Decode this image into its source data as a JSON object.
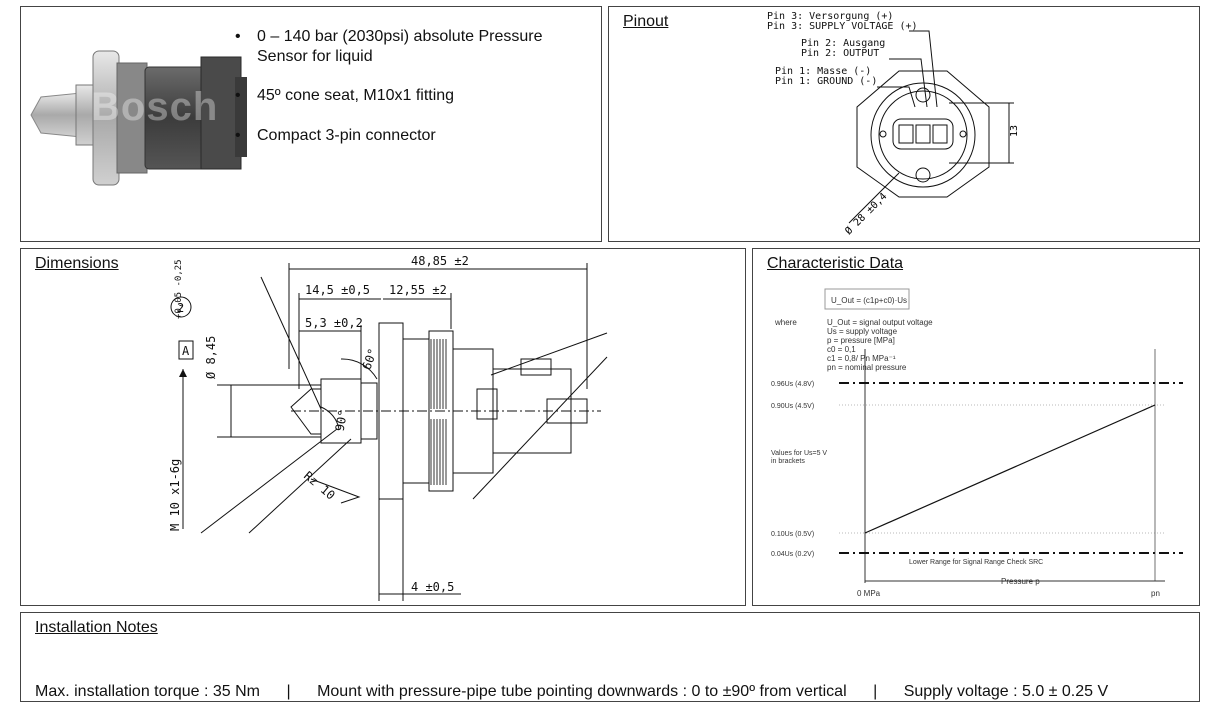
{
  "product": {
    "bullets": [
      "0 – 140 bar (2030psi) absolute Pressure Sensor for liquid",
      "45º cone seat, M10x1 fitting",
      "Compact 3-pin connector"
    ],
    "watermark": "Bosch"
  },
  "pinout": {
    "title": "Pinout",
    "labels": [
      "Pin 3: Versorgung (+)",
      "Pin 3: SUPPLY VOLTAGE (+)",
      "Pin 2: Ausgang",
      "Pin 2: OUTPUT",
      "Pin 1: Masse (-)",
      "Pin 1: GROUND (-)"
    ],
    "dim_height": "13",
    "dim_diameter": "Ø 28 ±0,4"
  },
  "dimensions": {
    "title": "Dimensions",
    "overall_length": "48,85 ±2",
    "d1": "14,5 ±0,5",
    "d2": "12,55 ±2",
    "d3": "5,3 ±0,2",
    "angle1": "60°",
    "angle2": "90°",
    "radius": "Rz 10",
    "diameter": "Ø 8,45",
    "diameter_tol": "+0,05 -0,25",
    "circle_ref": "2",
    "datum": "A",
    "thread": "M 10 x1-6g",
    "bottom": "4 ±0,5"
  },
  "characteristic": {
    "title": "Characteristic Data",
    "formula": "U_Out = (c1p+c0)·Us",
    "where": "where",
    "legend": [
      "U_Out = signal output voltage",
      "Us = supply voltage",
      "p = pressure [MPa]",
      "c0 = 0,1",
      "c1 = 0,8/ Pn MPa⁻¹",
      "pn = nominal pressure"
    ],
    "note": "Values for Us=5 V in brackets",
    "lower_range": "Lower Range for Signal Range Check SRC",
    "x_axis_label": "Pressure p",
    "x_ticks": [
      "0 MPa",
      "pn"
    ]
  },
  "chart_data": {
    "type": "line",
    "title": "",
    "xlabel": "Pressure p",
    "ylabel": "",
    "x_ticks": [
      "0 MPa",
      "pn"
    ],
    "y_ticks": [
      "0.04Us (0.2V)",
      "0.10Us (0.5V)",
      "0.90Us (4.5V)",
      "0.96Us (4.8V)"
    ],
    "series": [
      {
        "name": "",
        "x": [
          0,
          1
        ],
        "y": [
          0.1,
          0.9
        ]
      }
    ],
    "reference_lines": [
      0.04,
      0.96
    ],
    "ylim": [
      0,
      1
    ]
  },
  "installation": {
    "title": "Installation Notes",
    "notes": [
      "Max. installation torque : 35 Nm",
      "Mount with pressure-pipe tube pointing downwards : 0 to ±90º from vertical",
      "Supply voltage : 5.0 ±  0.25 V"
    ],
    "separator": "|"
  }
}
